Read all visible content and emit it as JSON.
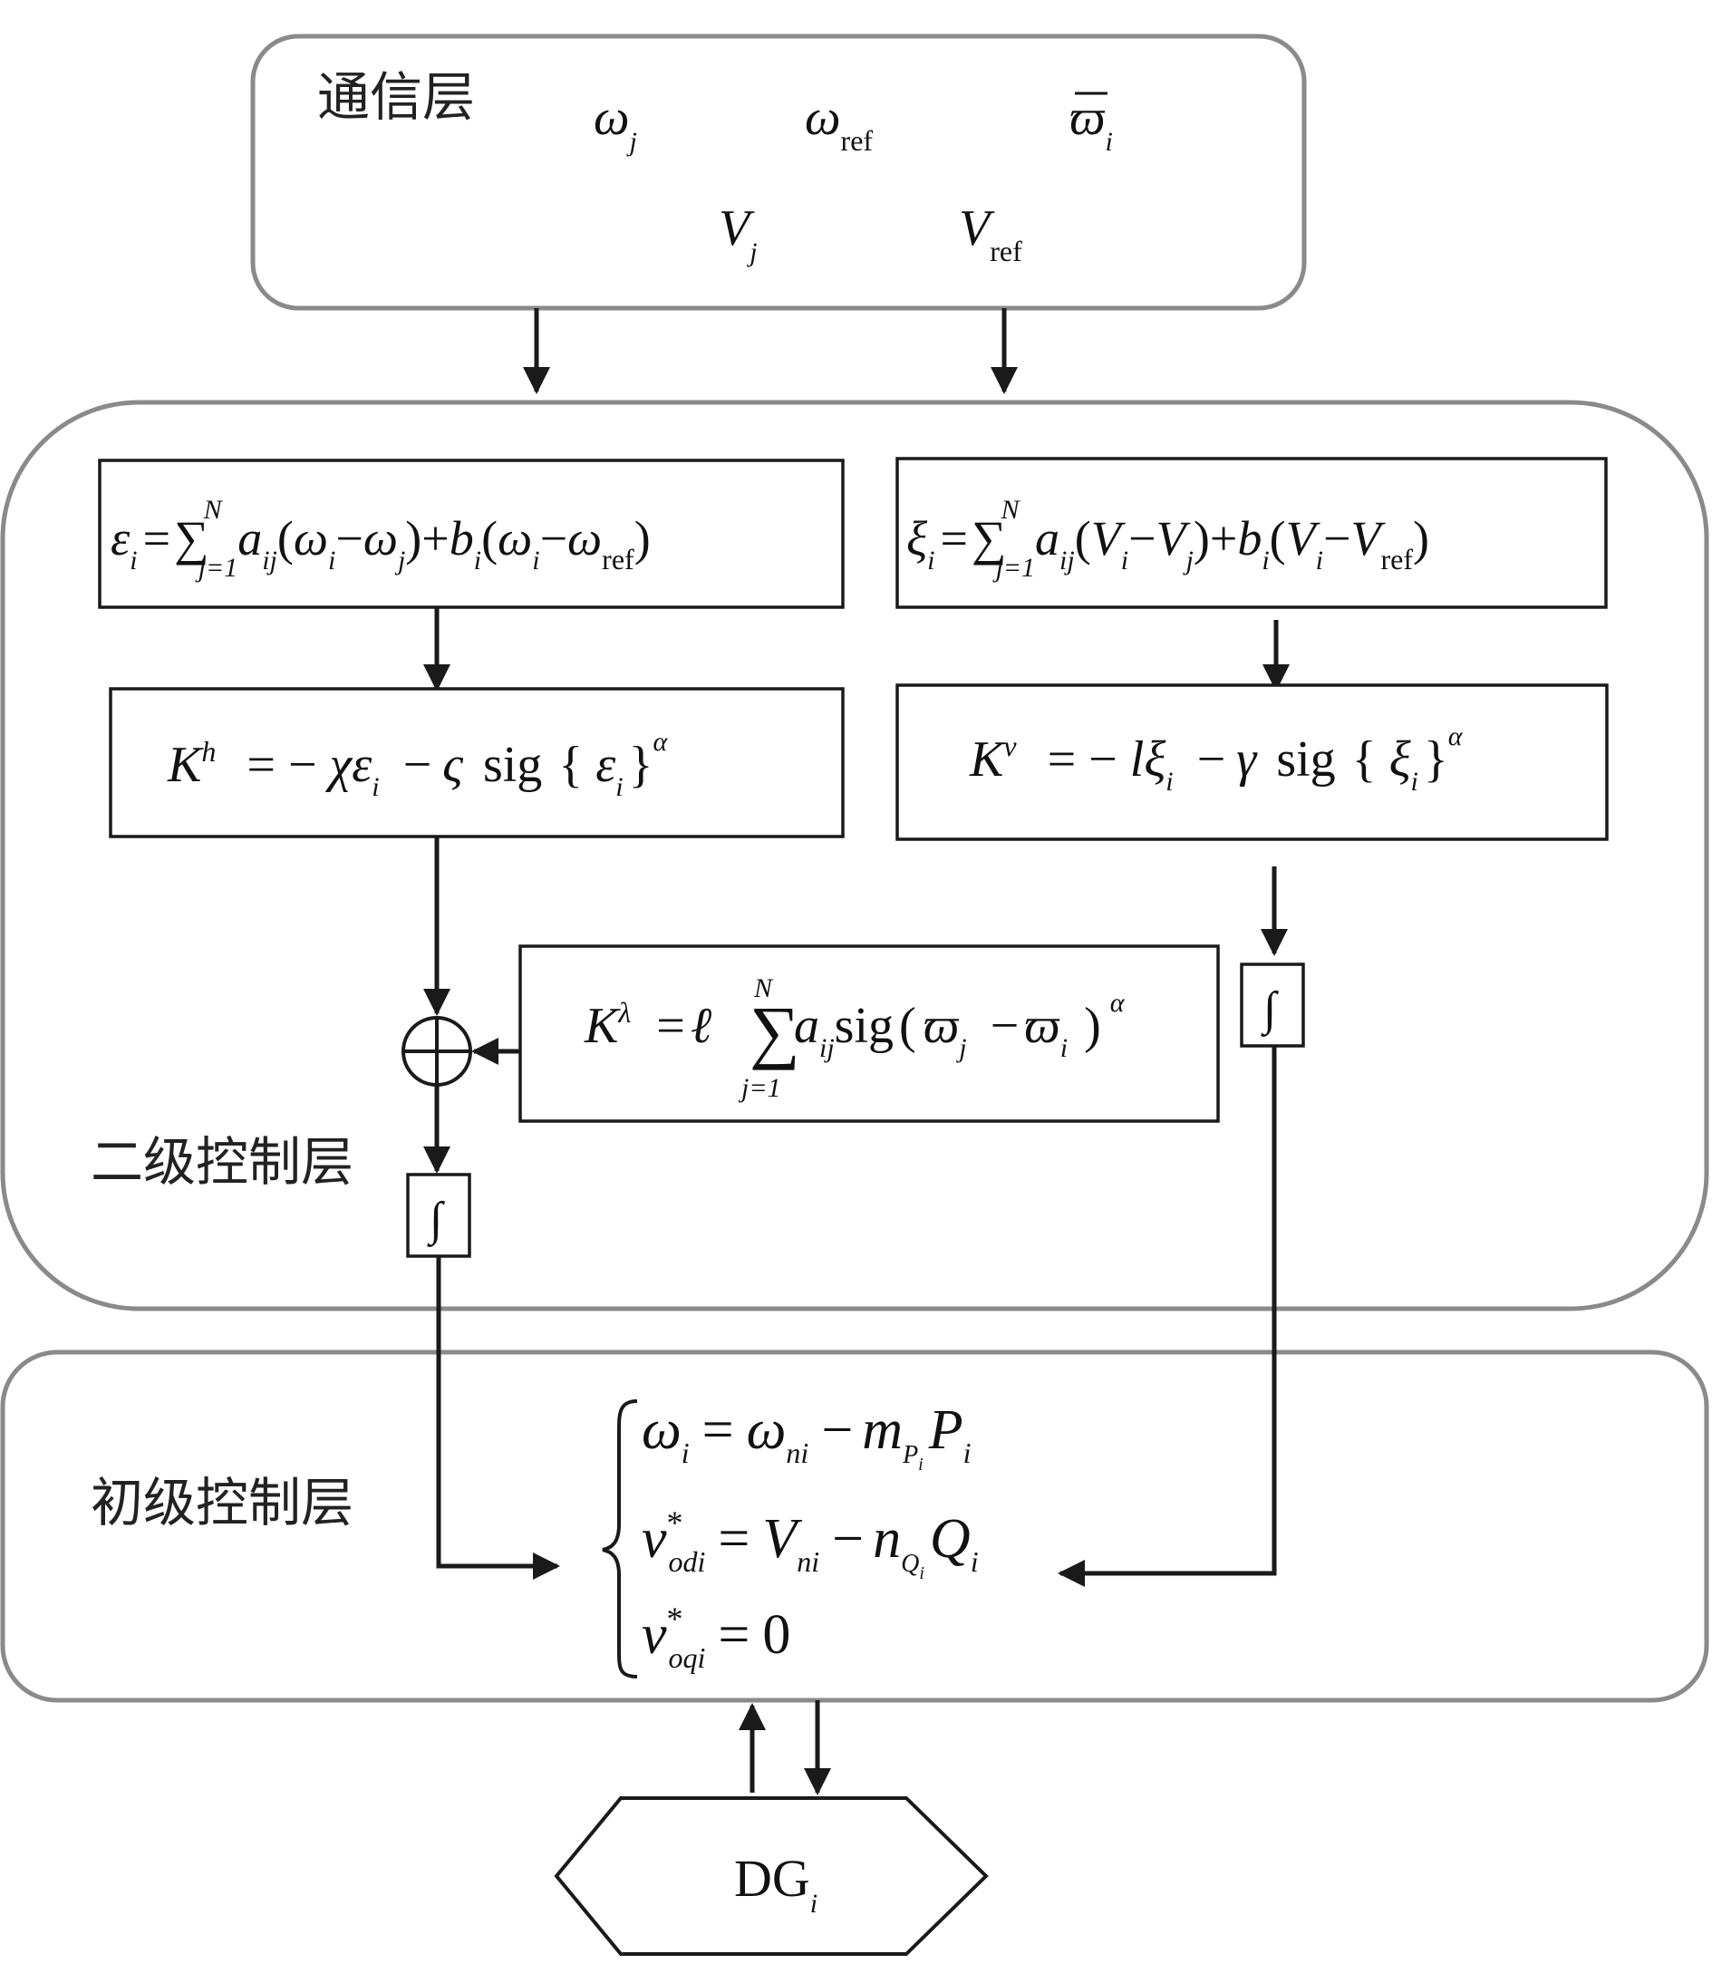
{
  "layers": {
    "communication": "通信层",
    "secondary": "二级控制层",
    "primary": "初级控制层"
  },
  "signals": {
    "omega": "ω",
    "j": "j",
    "ref": "ref",
    "omega_bar": "ϖ",
    "i": "i",
    "V": "V"
  },
  "equations": {
    "epsilon": "ε",
    "xi": "ξ",
    "sum": "∑",
    "sum_big": "∑",
    "N": "N",
    "j_eq_1": "j=1",
    "a": "a",
    "ij": "ij",
    "b": "b",
    "K": "K",
    "h": "h",
    "v": "v",
    "lambda": "λ",
    "chi": "χ",
    "varsigma": "ς",
    "sig": "sig",
    "alpha": "α",
    "l": "l",
    "gamma": "γ",
    "ell": "ℓ",
    "minus": "−",
    "plus": "+",
    "eq": "=",
    "integral": "∫"
  },
  "primary_eqs": {
    "ni": "ni",
    "m": "m",
    "P": "P",
    "n": "n",
    "Q": "Q",
    "vlow": "v",
    "star": "*",
    "odi": "odi",
    "oqi": "oqi",
    "zero": "0"
  },
  "dg": {
    "label": "DG",
    "sub": "i"
  }
}
